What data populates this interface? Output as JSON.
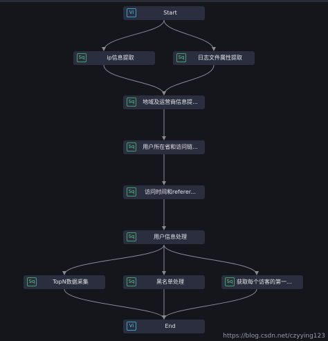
{
  "nodes": {
    "start": {
      "type": "Vi",
      "label": "Start"
    },
    "ip": {
      "type": "Sq",
      "label": "ip信息提取"
    },
    "log": {
      "type": "Sq",
      "label": "日志文件属性提取"
    },
    "region": {
      "type": "Sq",
      "label": "地域及运营商信息提..."
    },
    "province": {
      "type": "Sq",
      "label": "用户所在省和访问链..."
    },
    "time": {
      "type": "Sq",
      "label": "访问时间和referer..."
    },
    "userinfo": {
      "type": "Sq",
      "label": "用户信息处理"
    },
    "topn": {
      "type": "Sq",
      "label": "TopN数据采集"
    },
    "blacklist": {
      "type": "Sq",
      "label": "黑名单处理"
    },
    "firstvisit": {
      "type": "Sq",
      "label": "获取每个访客的第一..."
    },
    "end": {
      "type": "Vi",
      "label": "End"
    }
  },
  "watermark": "https://blog.csdn.net/czyying123",
  "colors": {
    "background": "#14161c",
    "node_fill": "#2b2e3e",
    "edge": "#8a8c95",
    "sq_badge": "#3fa56b",
    "vi_badge": "#35a6c8"
  }
}
